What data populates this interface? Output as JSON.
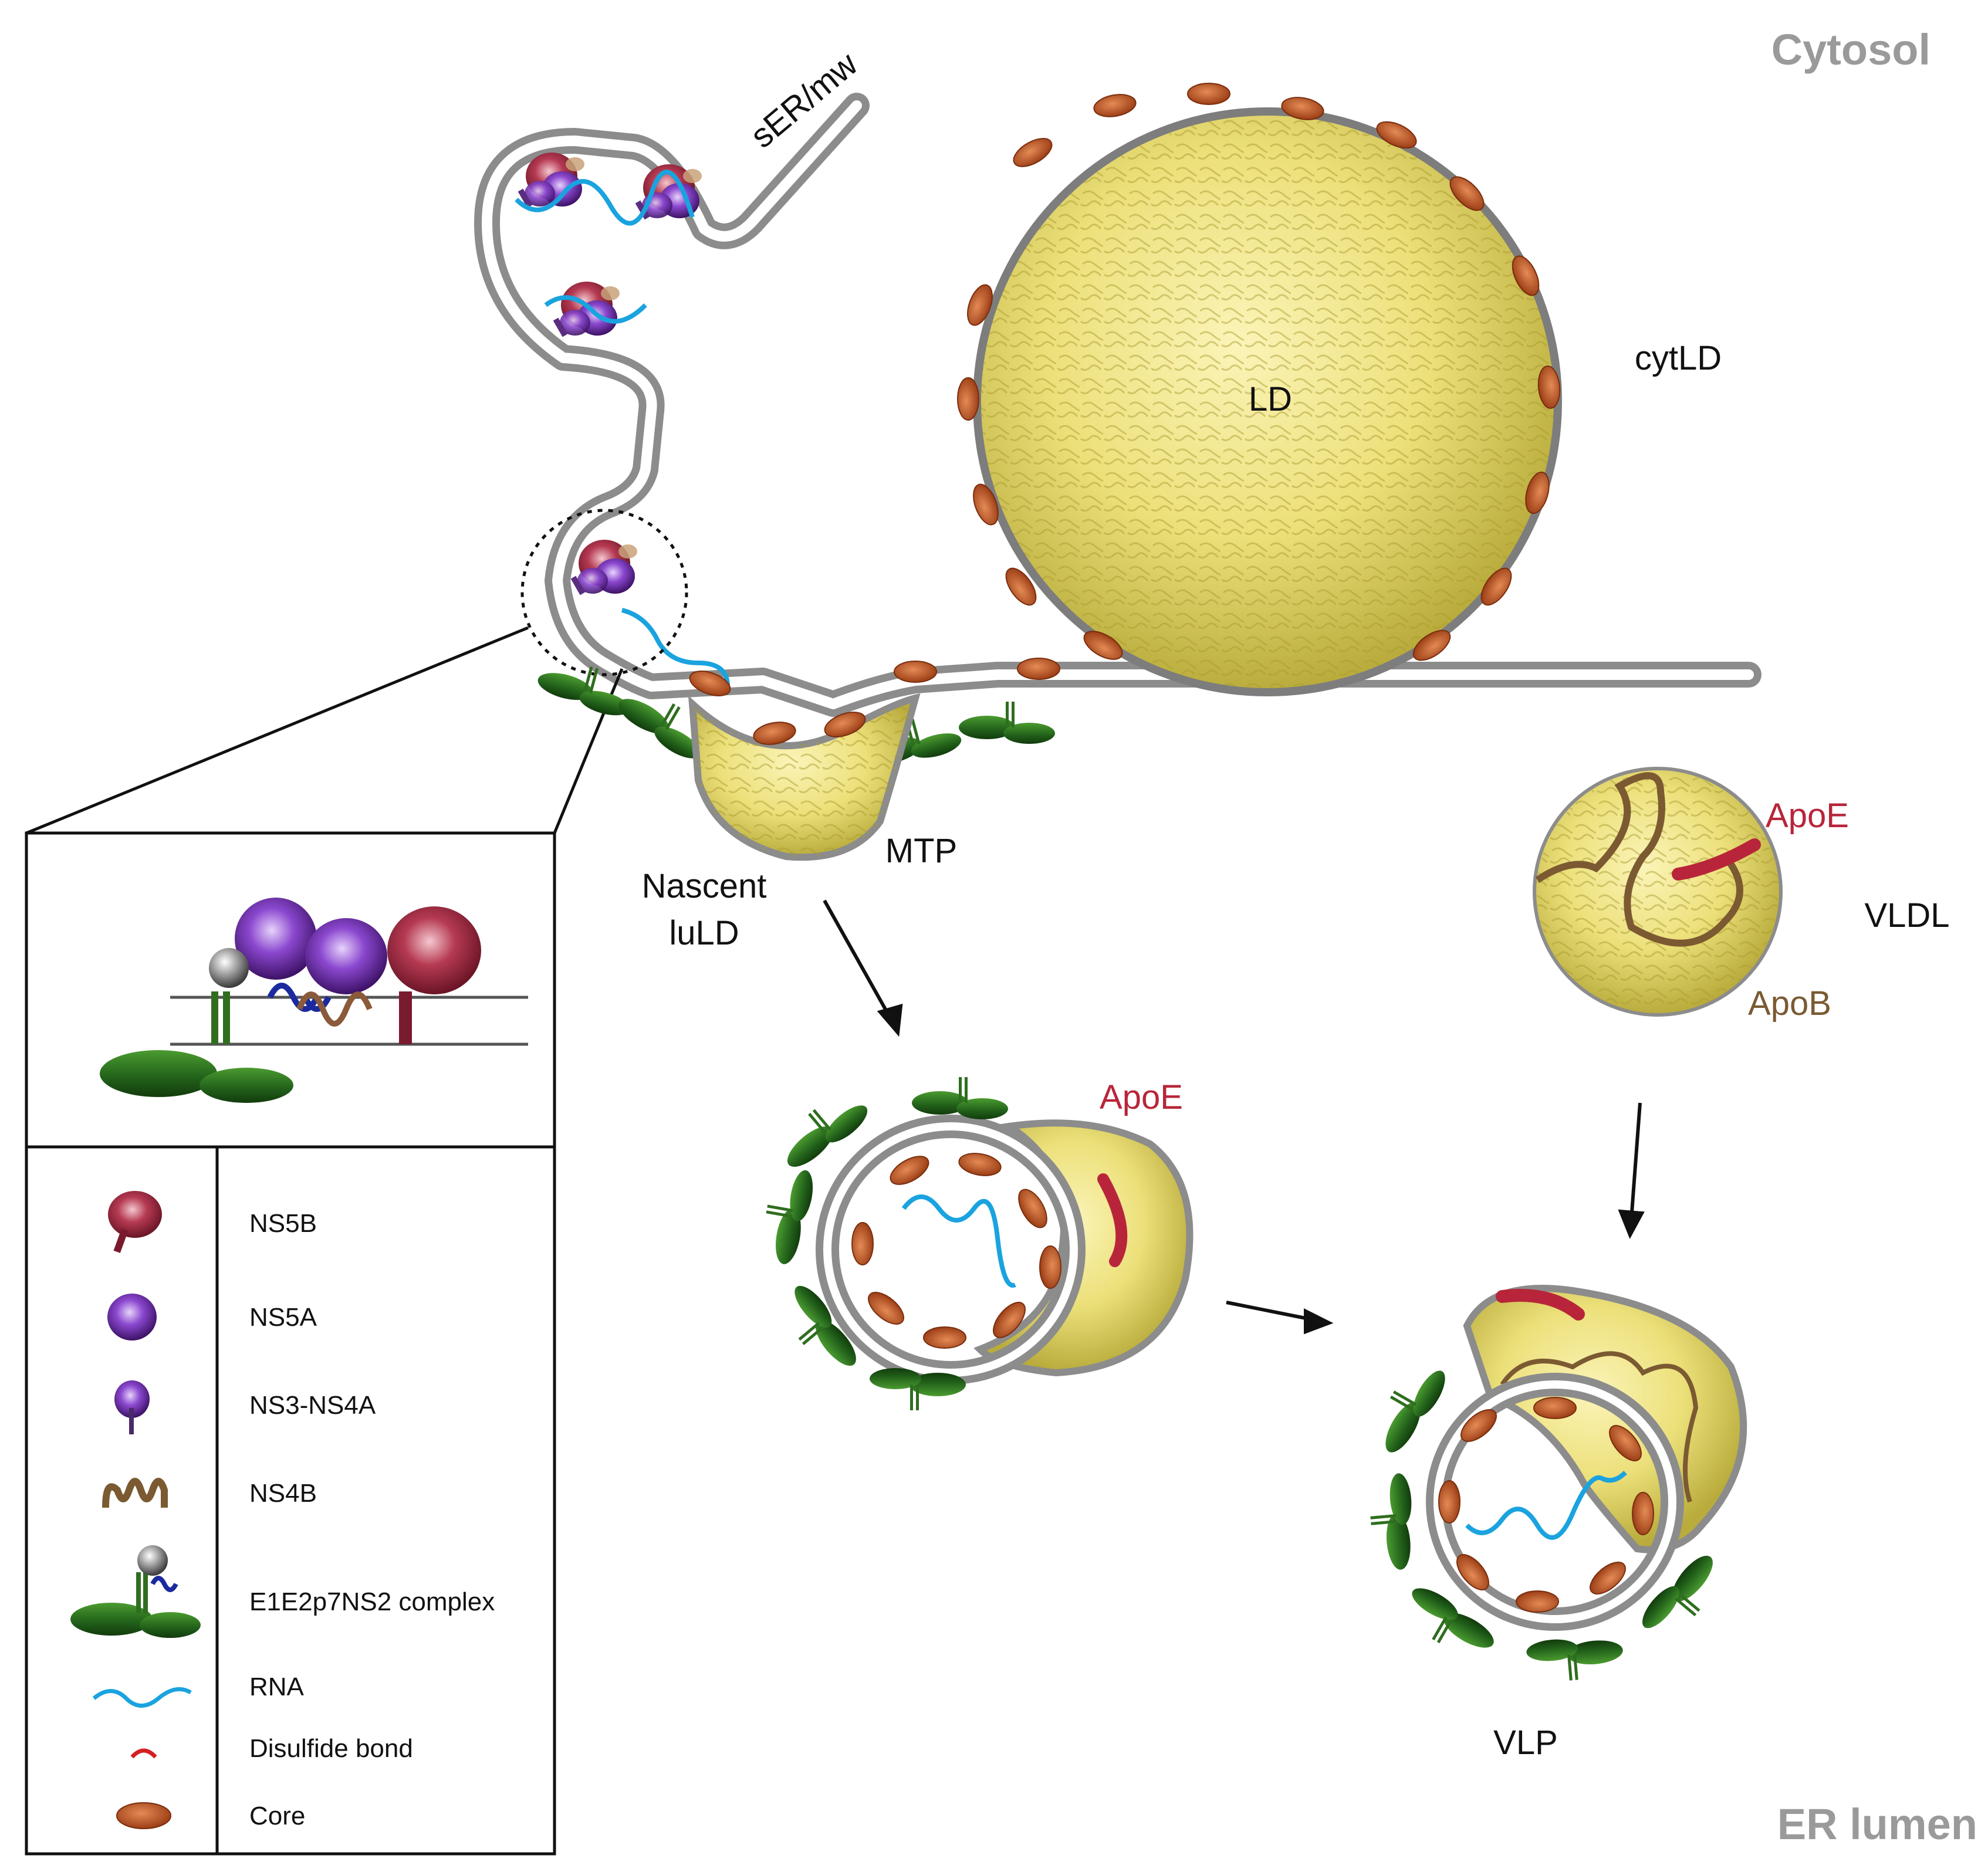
{
  "regions": {
    "cytosol": "Cytosol",
    "er_lumen": "ER lumen"
  },
  "labels": {
    "ser_mw": "sER/mw",
    "ld": "LD",
    "cytld": "cytLD",
    "nascent_line1": "Nascent",
    "nascent_line2": "luLD",
    "mtp": "MTP",
    "apoe_top": "ApoE",
    "apoe_mid": "ApoE",
    "apob": "ApoB",
    "vldl": "VLDL",
    "vlp": "VLP"
  },
  "legend": {
    "items": [
      {
        "icon": "ns5b-icon",
        "label": "NS5B"
      },
      {
        "icon": "ns5a-icon",
        "label": "NS5A"
      },
      {
        "icon": "ns3-ns4a-icon",
        "label": "NS3-NS4A"
      },
      {
        "icon": "ns4b-icon",
        "label": "NS4B"
      },
      {
        "icon": "e1e2p7ns2-complex-icon",
        "label": "E1E2p7NS2 complex"
      },
      {
        "icon": "rna-icon",
        "label": "RNA"
      },
      {
        "icon": "disulfide-bond-icon",
        "label": "Disulfide bond"
      },
      {
        "icon": "core-icon",
        "label": "Core"
      }
    ]
  },
  "colors": {
    "membrane": "#8c8c8c",
    "lipid": "#efe58a",
    "core": "#c4572a",
    "ns5b": "#a82a45",
    "ns5a": "#7a3fb0",
    "envelope": "#2f6e1f",
    "rna": "#1aa3df",
    "apoe": "#b8253a",
    "apob": "#7b5a32",
    "region_text": "#9a9a9a"
  }
}
